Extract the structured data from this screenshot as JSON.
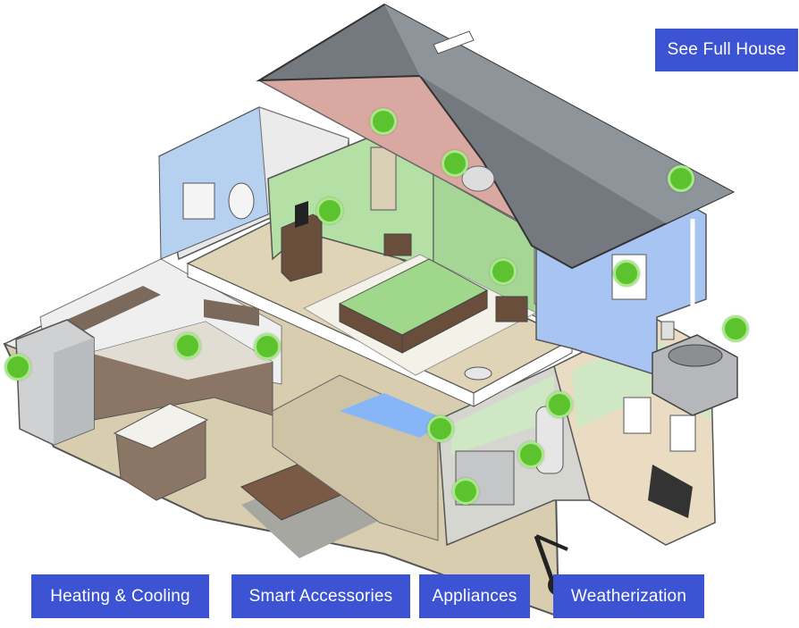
{
  "buttons": {
    "see_full_house": "See Full House",
    "heating_cooling": "Heating & Cooling",
    "smart_accessories": "Smart Accessories",
    "appliances": "Appliances",
    "weatherization": "Weatherization"
  },
  "hotspot_color": "#5cc22e",
  "button_color": "#3c54d3"
}
